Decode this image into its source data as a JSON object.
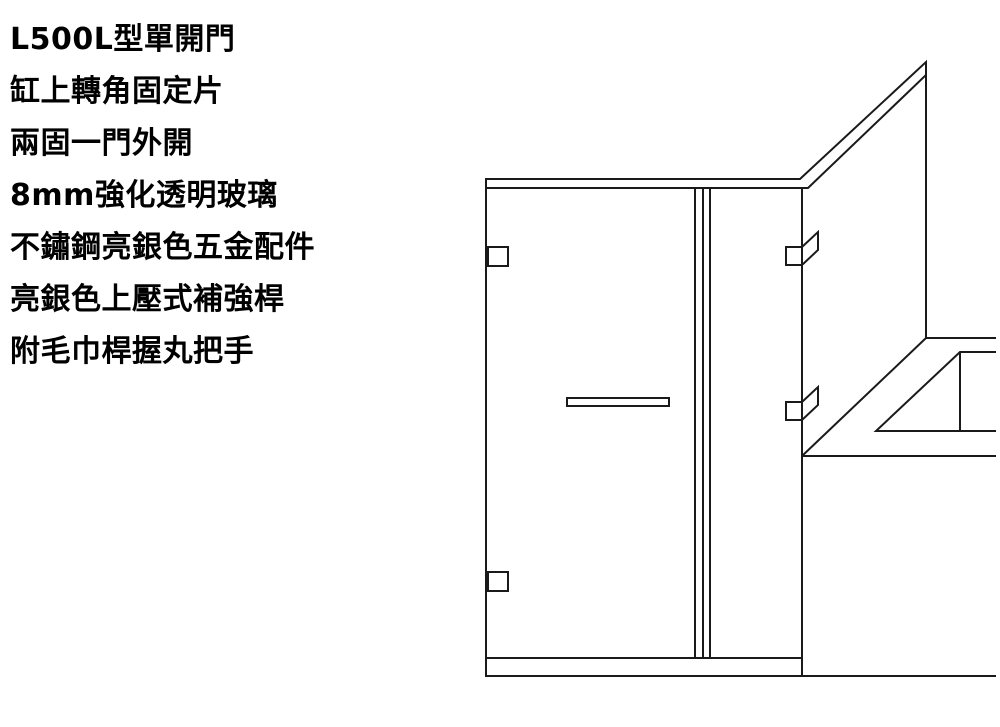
{
  "spec": {
    "lines": [
      "L500L型單開門",
      "缸上轉角固定片",
      "兩固一門外開",
      "8mm強化透明玻璃",
      "不鏽鋼亮銀色五金配件",
      "亮銀色上壓式補強桿",
      "附毛巾桿握丸把手"
    ]
  },
  "colors": {
    "line": "#1a1a1a",
    "text": "#000000",
    "background": "#ffffff"
  }
}
